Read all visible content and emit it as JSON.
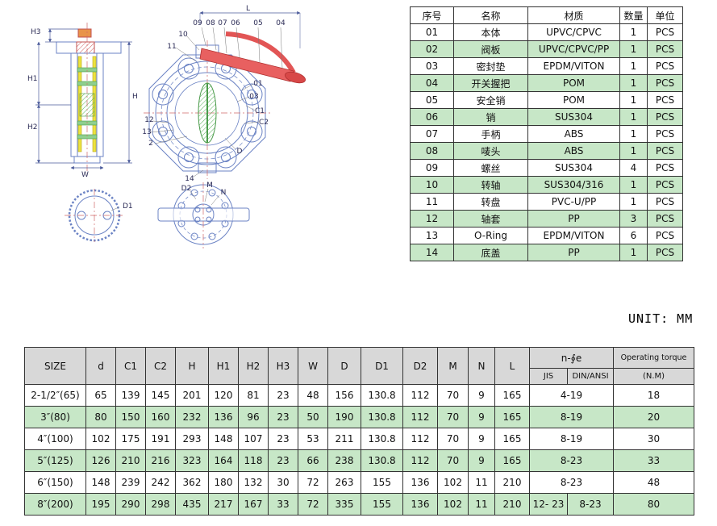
{
  "page": {
    "unit_label": "UNIT: MM"
  },
  "drawing": {
    "callouts": {
      "09": "09",
      "08": "08",
      "07": "07",
      "06": "06",
      "05": "05",
      "04": "04",
      "10": "10",
      "11": "11",
      "01": "01",
      "03": "03",
      "12": "12",
      "13": "13",
      "02": "2",
      "14": "14"
    },
    "dims": {
      "L": "L",
      "H": "H",
      "H1": "H1",
      "H2": "H2",
      "H3": "H3",
      "W": "W",
      "D": "D",
      "D1": "D1",
      "D2": "D2",
      "C1": "C1",
      "C2": "C2",
      "M": "M",
      "N": "N"
    }
  },
  "parts_table": {
    "headers": [
      "序号",
      "名称",
      "材质",
      "数量",
      "单位"
    ],
    "rows": [
      [
        "01",
        "本体",
        "UPVC/CPVC",
        "1",
        "PCS"
      ],
      [
        "02",
        "阀板",
        "UPVC/CPVC/PP",
        "1",
        "PCS"
      ],
      [
        "03",
        "密封垫",
        "EPDM/VITON",
        "1",
        "PCS"
      ],
      [
        "04",
        "开关握把",
        "POM",
        "1",
        "PCS"
      ],
      [
        "05",
        "安全销",
        "POM",
        "1",
        "PCS"
      ],
      [
        "06",
        "销",
        "SUS304",
        "1",
        "PCS"
      ],
      [
        "07",
        "手柄",
        "ABS",
        "1",
        "PCS"
      ],
      [
        "08",
        "唛头",
        "ABS",
        "1",
        "PCS"
      ],
      [
        "09",
        "螺丝",
        "SUS304",
        "4",
        "PCS"
      ],
      [
        "10",
        "转轴",
        "SUS304/316",
        "1",
        "PCS"
      ],
      [
        "11",
        "转盘",
        "PVC-U/PP",
        "1",
        "PCS"
      ],
      [
        "12",
        "轴套",
        "PP",
        "3",
        "PCS"
      ],
      [
        "13",
        "O-Ring",
        "EPDM/VITON",
        "6",
        "PCS"
      ],
      [
        "14",
        "底盖",
        "PP",
        "1",
        "PCS"
      ]
    ]
  },
  "size_table": {
    "headers": [
      "SIZE",
      "d",
      "C1",
      "C2",
      "H",
      "H1",
      "H2",
      "H3",
      "W",
      "D",
      "D1",
      "D2",
      "M",
      "N",
      "L"
    ],
    "n_phi_e": "n-∮e",
    "jis_header": "JIS",
    "din_header": "DIN/ANSI",
    "torque_header": "Operating torque",
    "torque_unit": "(N.M)",
    "rows": [
      {
        "size": "2-1/2″(65)",
        "values": [
          "65",
          "139",
          "145",
          "201",
          "120",
          "81",
          "23",
          "48",
          "156",
          "130.8",
          "112",
          "70",
          "9",
          "165"
        ],
        "jis": "4-19",
        "din": null,
        "torque": "18"
      },
      {
        "size": "3″(80)",
        "values": [
          "80",
          "150",
          "160",
          "232",
          "136",
          "96",
          "23",
          "50",
          "190",
          "130.8",
          "112",
          "70",
          "9",
          "165"
        ],
        "jis": "8-19",
        "din": null,
        "torque": "20"
      },
      {
        "size": "4″(100)",
        "values": [
          "102",
          "175",
          "191",
          "293",
          "148",
          "107",
          "23",
          "53",
          "211",
          "130.8",
          "112",
          "70",
          "9",
          "165"
        ],
        "jis": "8-19",
        "din": null,
        "torque": "30"
      },
      {
        "size": "5″(125)",
        "values": [
          "126",
          "210",
          "216",
          "323",
          "164",
          "118",
          "23",
          "66",
          "238",
          "130.8",
          "112",
          "70",
          "9",
          "165"
        ],
        "jis": "8-23",
        "din": null,
        "torque": "33"
      },
      {
        "size": "6″(150)",
        "values": [
          "148",
          "239",
          "242",
          "362",
          "180",
          "132",
          "30",
          "72",
          "263",
          "155",
          "136",
          "102",
          "11",
          "210"
        ],
        "jis": "8-23",
        "din": null,
        "torque": "48"
      },
      {
        "size": "8″(200)",
        "values": [
          "195",
          "290",
          "298",
          "435",
          "217",
          "167",
          "33",
          "72",
          "335",
          "155",
          "136",
          "102",
          "11",
          "210"
        ],
        "jis": "12- 23",
        "din": "8-23",
        "torque": "80"
      }
    ]
  }
}
